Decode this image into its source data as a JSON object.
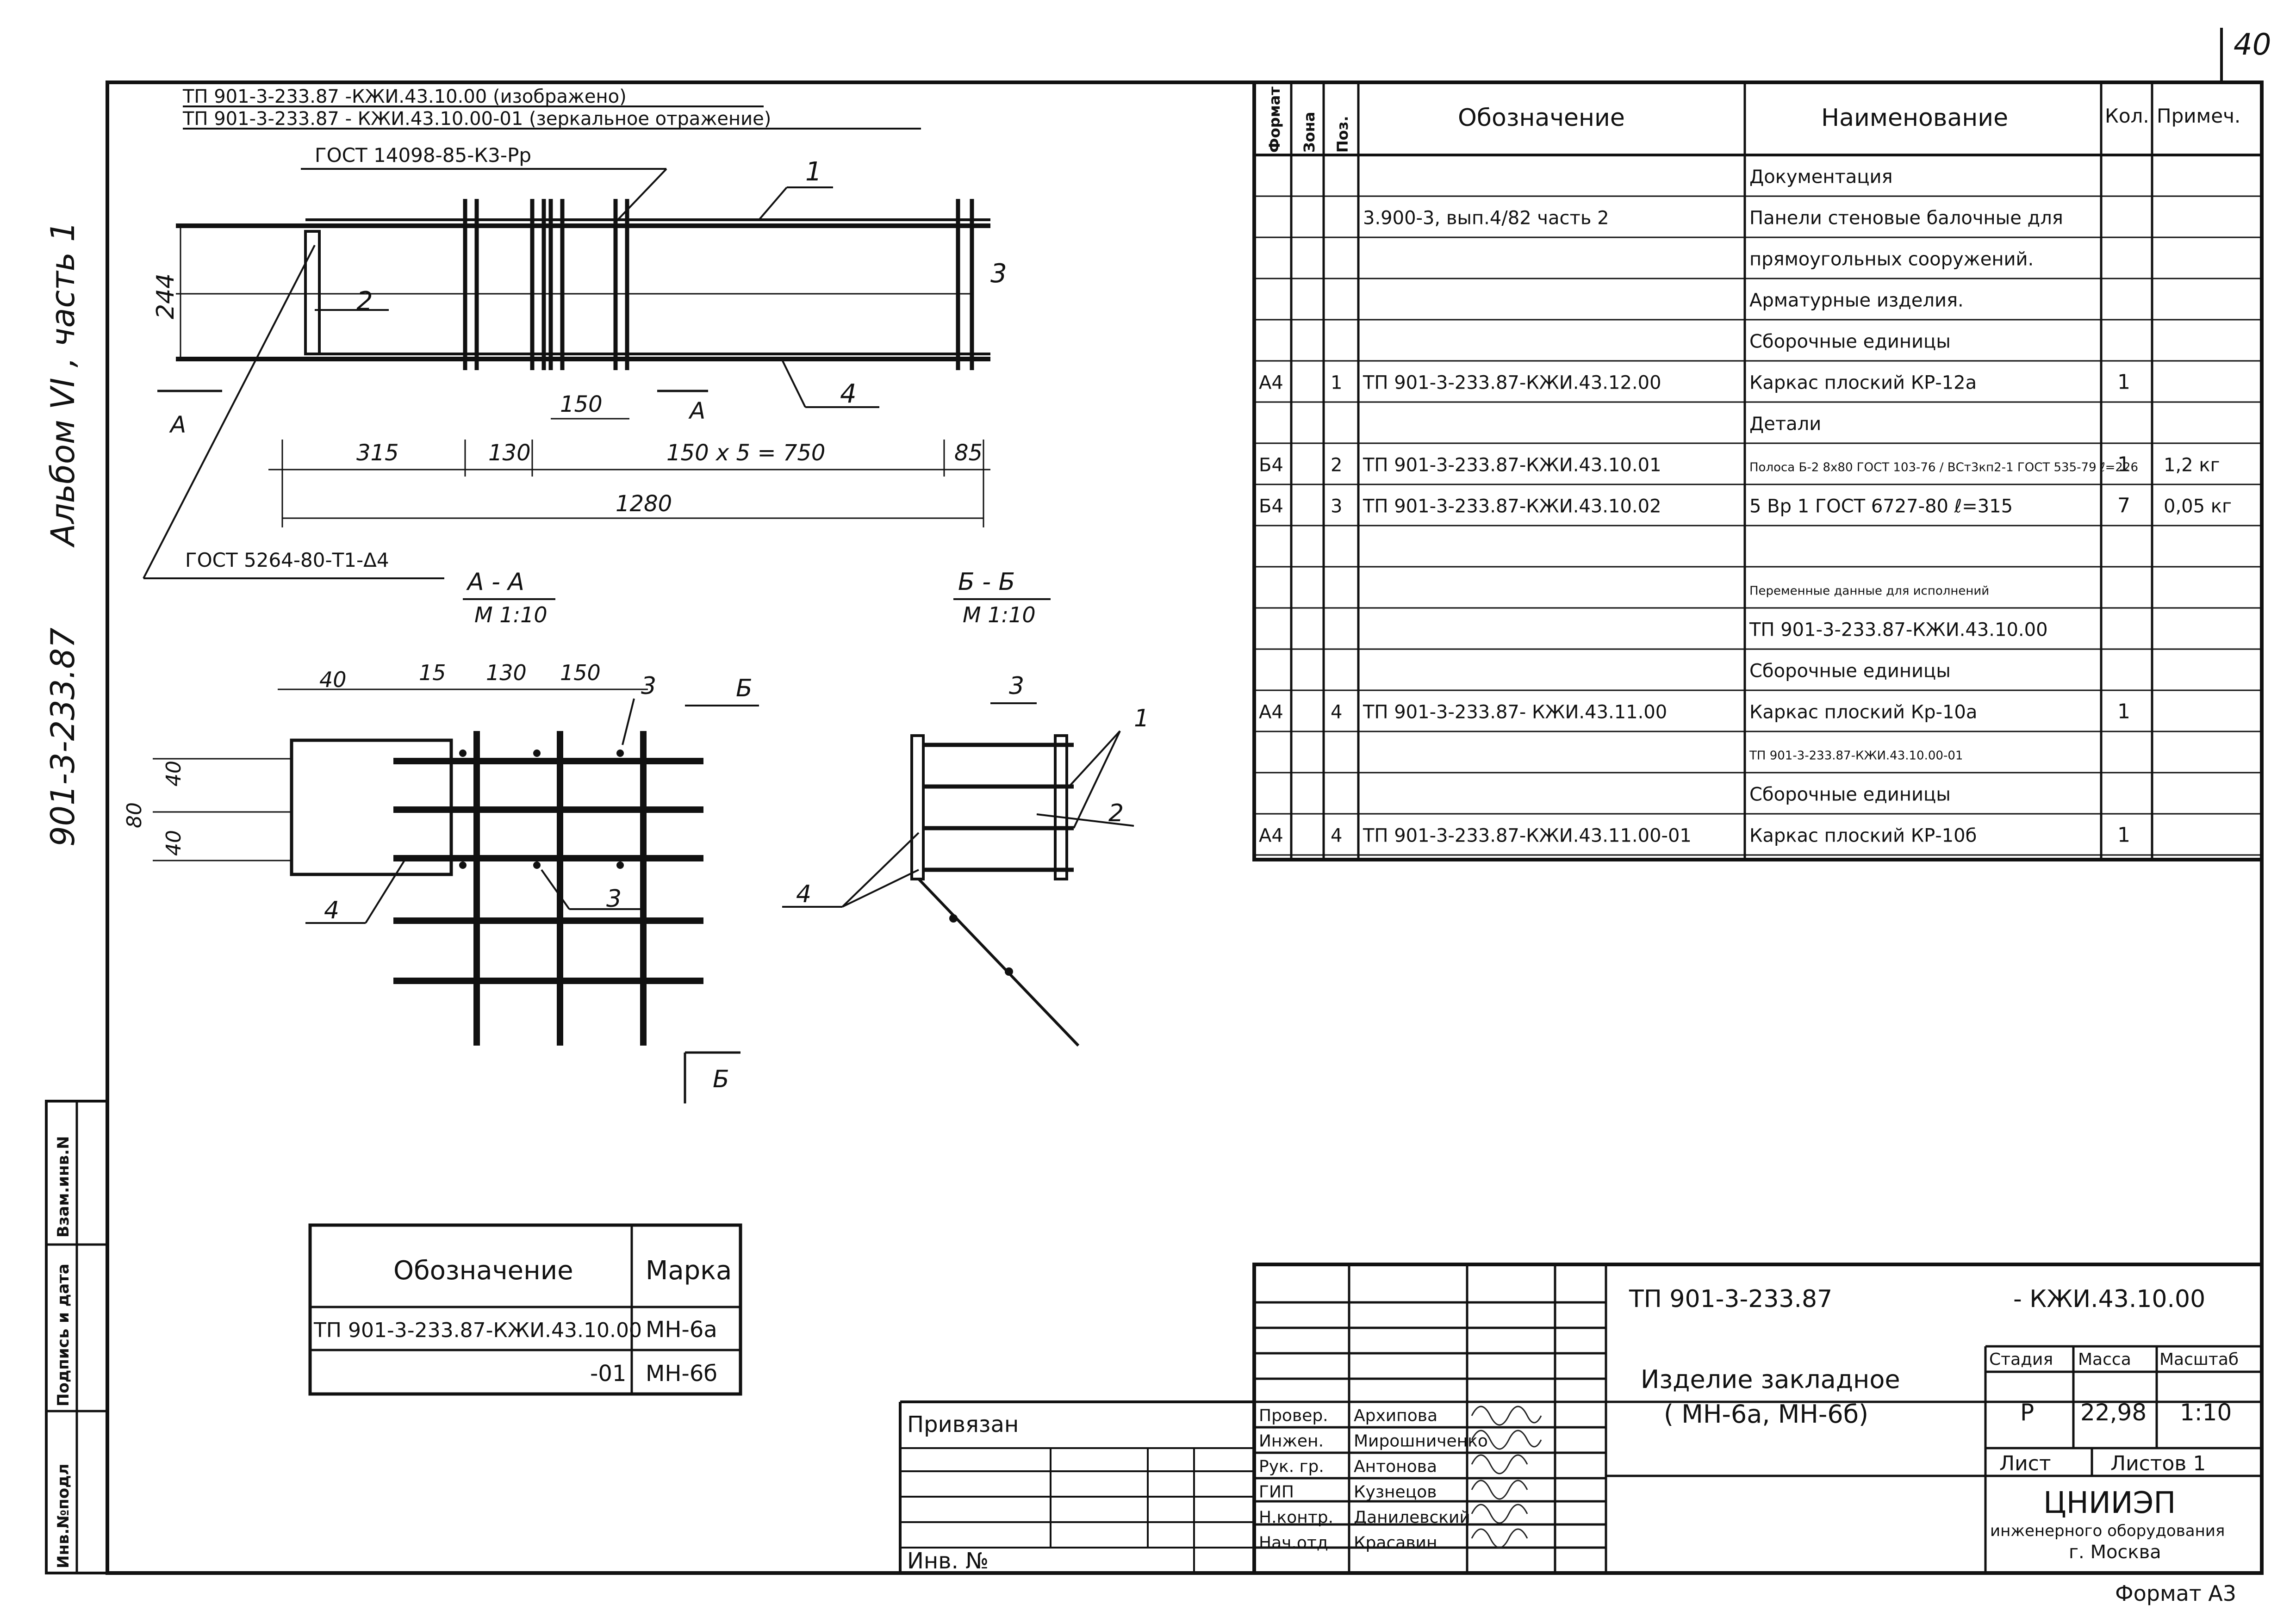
{
  "sheet": {
    "page_number": "40",
    "format": "Формат А3"
  },
  "side_labels": {
    "album": "Альбом VI , часть 1",
    "project": "901-3-233.87"
  },
  "left_strip": {
    "vzam": "Взам.инв.N",
    "podpis": "Подпись и дата",
    "inv": "Инв.№подл"
  },
  "drawing": {
    "header_line1": "ТП 901-3-233.87 -КЖИ.43.10.00 (изображено)",
    "header_line2": "ТП 901-3-233.87 - КЖИ.43.10.00-01 (зеркальное отражение)",
    "gost_top": "ГОСТ 14098-85-К3-Рр",
    "gost_bottom": "ГОСТ 5264-80-Т1-Δ4",
    "callout_1": "1",
    "callout_2": "2",
    "callout_3": "3",
    "callout_4": "4",
    "dim_244": "244",
    "dim_150": "150",
    "dim_315": "315",
    "dim_130": "130",
    "dim_150x5": "150 x 5 = 750",
    "dim_85": "85",
    "dim_1280": "1280",
    "section_a": "А",
    "section_b": "Б",
    "aa_title": "А - А",
    "aa_scale": "М 1:10",
    "bb_title": "Б - Б",
    "bb_scale": "М 1:10",
    "aa_dim_40": "40",
    "aa_dim_15": "15",
    "aa_dim_130": "130",
    "aa_dim_150": "150",
    "aa_dim_40b": "40",
    "aa_dim_80": "80",
    "aa_dim_40c": "40"
  },
  "spec": {
    "headers": {
      "format": "Формат",
      "zone": "Зона",
      "pos": "Поз.",
      "designation": "Обозначение",
      "name": "Наименование",
      "qty": "Кол.",
      "note": "Примеч."
    },
    "rows": [
      {
        "format": "",
        "pos": "",
        "designation": "",
        "name": "Документация",
        "qty": "",
        "note": ""
      },
      {
        "format": "",
        "pos": "",
        "designation": "3.900-3, вып.4/82 часть 2",
        "name": "Панели стеновые балочные для",
        "qty": "",
        "note": ""
      },
      {
        "format": "",
        "pos": "",
        "designation": "",
        "name": "прямоугольных сооружений.",
        "qty": "",
        "note": ""
      },
      {
        "format": "",
        "pos": "",
        "designation": "",
        "name": "Арматурные изделия.",
        "qty": "",
        "note": ""
      },
      {
        "format": "",
        "pos": "",
        "designation": "",
        "name": "Сборочные единицы",
        "qty": "",
        "note": ""
      },
      {
        "format": "А4",
        "pos": "1",
        "designation": "ТП 901-3-233.87-КЖИ.43.12.00",
        "name": "Каркас плоский КР-12а",
        "qty": "1",
        "note": ""
      },
      {
        "format": "",
        "pos": "",
        "designation": "",
        "name": "Детали",
        "qty": "",
        "note": ""
      },
      {
        "format": "Б4",
        "pos": "2",
        "designation": "ТП 901-3-233.87-КЖИ.43.10.01",
        "name": "Полоса Б-2 8х80 ГОСТ 103-76 / ВСт3кп2-1 ГОСТ 535-79 ℓ=226",
        "qty": "1",
        "note": "1,2 кг"
      },
      {
        "format": "Б4",
        "pos": "3",
        "designation": "ТП 901-3-233.87-КЖИ.43.10.02",
        "name": "5 Вр 1 ГОСТ 6727-80 ℓ=315",
        "qty": "7",
        "note": "0,05 кг"
      },
      {
        "format": "",
        "pos": "",
        "designation": "",
        "name": "",
        "qty": "",
        "note": ""
      },
      {
        "format": "",
        "pos": "",
        "designation": "",
        "name": "Переменные данные для исполнений",
        "qty": "",
        "note": ""
      },
      {
        "format": "",
        "pos": "",
        "designation": "",
        "name": "ТП 901-3-233.87-КЖИ.43.10.00",
        "qty": "",
        "note": ""
      },
      {
        "format": "",
        "pos": "",
        "designation": "",
        "name": "Сборочные единицы",
        "qty": "",
        "note": ""
      },
      {
        "format": "А4",
        "pos": "4",
        "designation": "ТП 901-3-233.87- КЖИ.43.11.00",
        "name": "Каркас плоский Кр-10а",
        "qty": "1",
        "note": ""
      },
      {
        "format": "",
        "pos": "",
        "designation": "",
        "name": "ТП 901-3-233.87-КЖИ.43.10.00-01",
        "qty": "",
        "note": ""
      },
      {
        "format": "",
        "pos": "",
        "designation": "",
        "name": "Сборочные единицы",
        "qty": "",
        "note": ""
      },
      {
        "format": "А4",
        "pos": "4",
        "designation": "ТП 901-3-233.87-КЖИ.43.11.00-01",
        "name": "Каркас плоский КР-10б",
        "qty": "1",
        "note": ""
      }
    ]
  },
  "marks_table": {
    "h_designation": "Обозначение",
    "h_mark": "Марка",
    "r1_designation": "ТП 901-3-233.87-КЖИ.43.10.00",
    "r1_mark": "МН-6а",
    "r2_designation": "-01",
    "r2_mark": "МН-6б"
  },
  "title_block": {
    "privyazan": "Привязан",
    "inv": "Инв. №",
    "doc_code_left": "ТП 901-3-233.87",
    "doc_code_right": "- КЖИ.43.10.00",
    "title_line1": "Изделие закладное",
    "title_line2": "( МН-6а, МН-6б)",
    "stadia_h": "Стадия",
    "massa_h": "Масса",
    "masshtab_h": "Масштаб",
    "stadia": "Р",
    "massa": "22,98",
    "masshtab": "1:10",
    "list": "Лист",
    "listov": "Листов 1",
    "org1": "ЦНИИЭП",
    "org2": "инженерного оборудования",
    "org3": "г. Москва",
    "signers": [
      {
        "role": "Провер.",
        "name": "Архипова"
      },
      {
        "role": "Инжен.",
        "name": "Мирошниченко"
      },
      {
        "role": "Рук. гр.",
        "name": "Антонова"
      },
      {
        "role": "ГИП",
        "name": "Кузнецов"
      },
      {
        "role": "Н.контр.",
        "name": "Данилевский"
      },
      {
        "role": "Нач.отд",
        "name": "Красавин"
      }
    ]
  }
}
